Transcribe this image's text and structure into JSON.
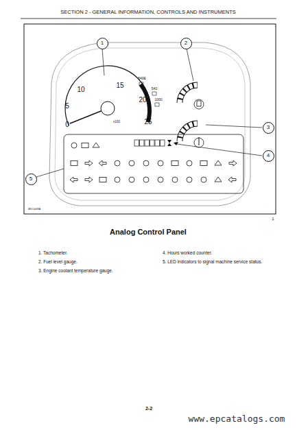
{
  "diagram": {
    "title": "Analog Control Panel",
    "nodes": [
      {
        "text": [
          "1"
        ]
      },
      {
        "text": [
          "2"
        ]
      },
      {
        "text": [
          "3"
        ]
      },
      {
        "text": [
          "4"
        ]
      },
      {
        "text": [
          "5"
        ]
      }
    ],
    "labels": [
      "SECTION 2 - GENERAL INFORMATION, CONTROLS AND INSTRUMENTS",
      "0",
      "5",
      "10",
      "15",
      "20",
      "25",
      "x100",
      "540E",
      "540",
      "1000",
      "MDC0049A",
      "1",
      "1. Tachometer.",
      "2. Fuel level gauge.",
      "3. Engine coolant temperature gauge.",
      "4. Hours worked counter.",
      "5. LED indicators to signal machine service status.",
      "2-2",
      "www.epcatalogs.com"
    ]
  }
}
